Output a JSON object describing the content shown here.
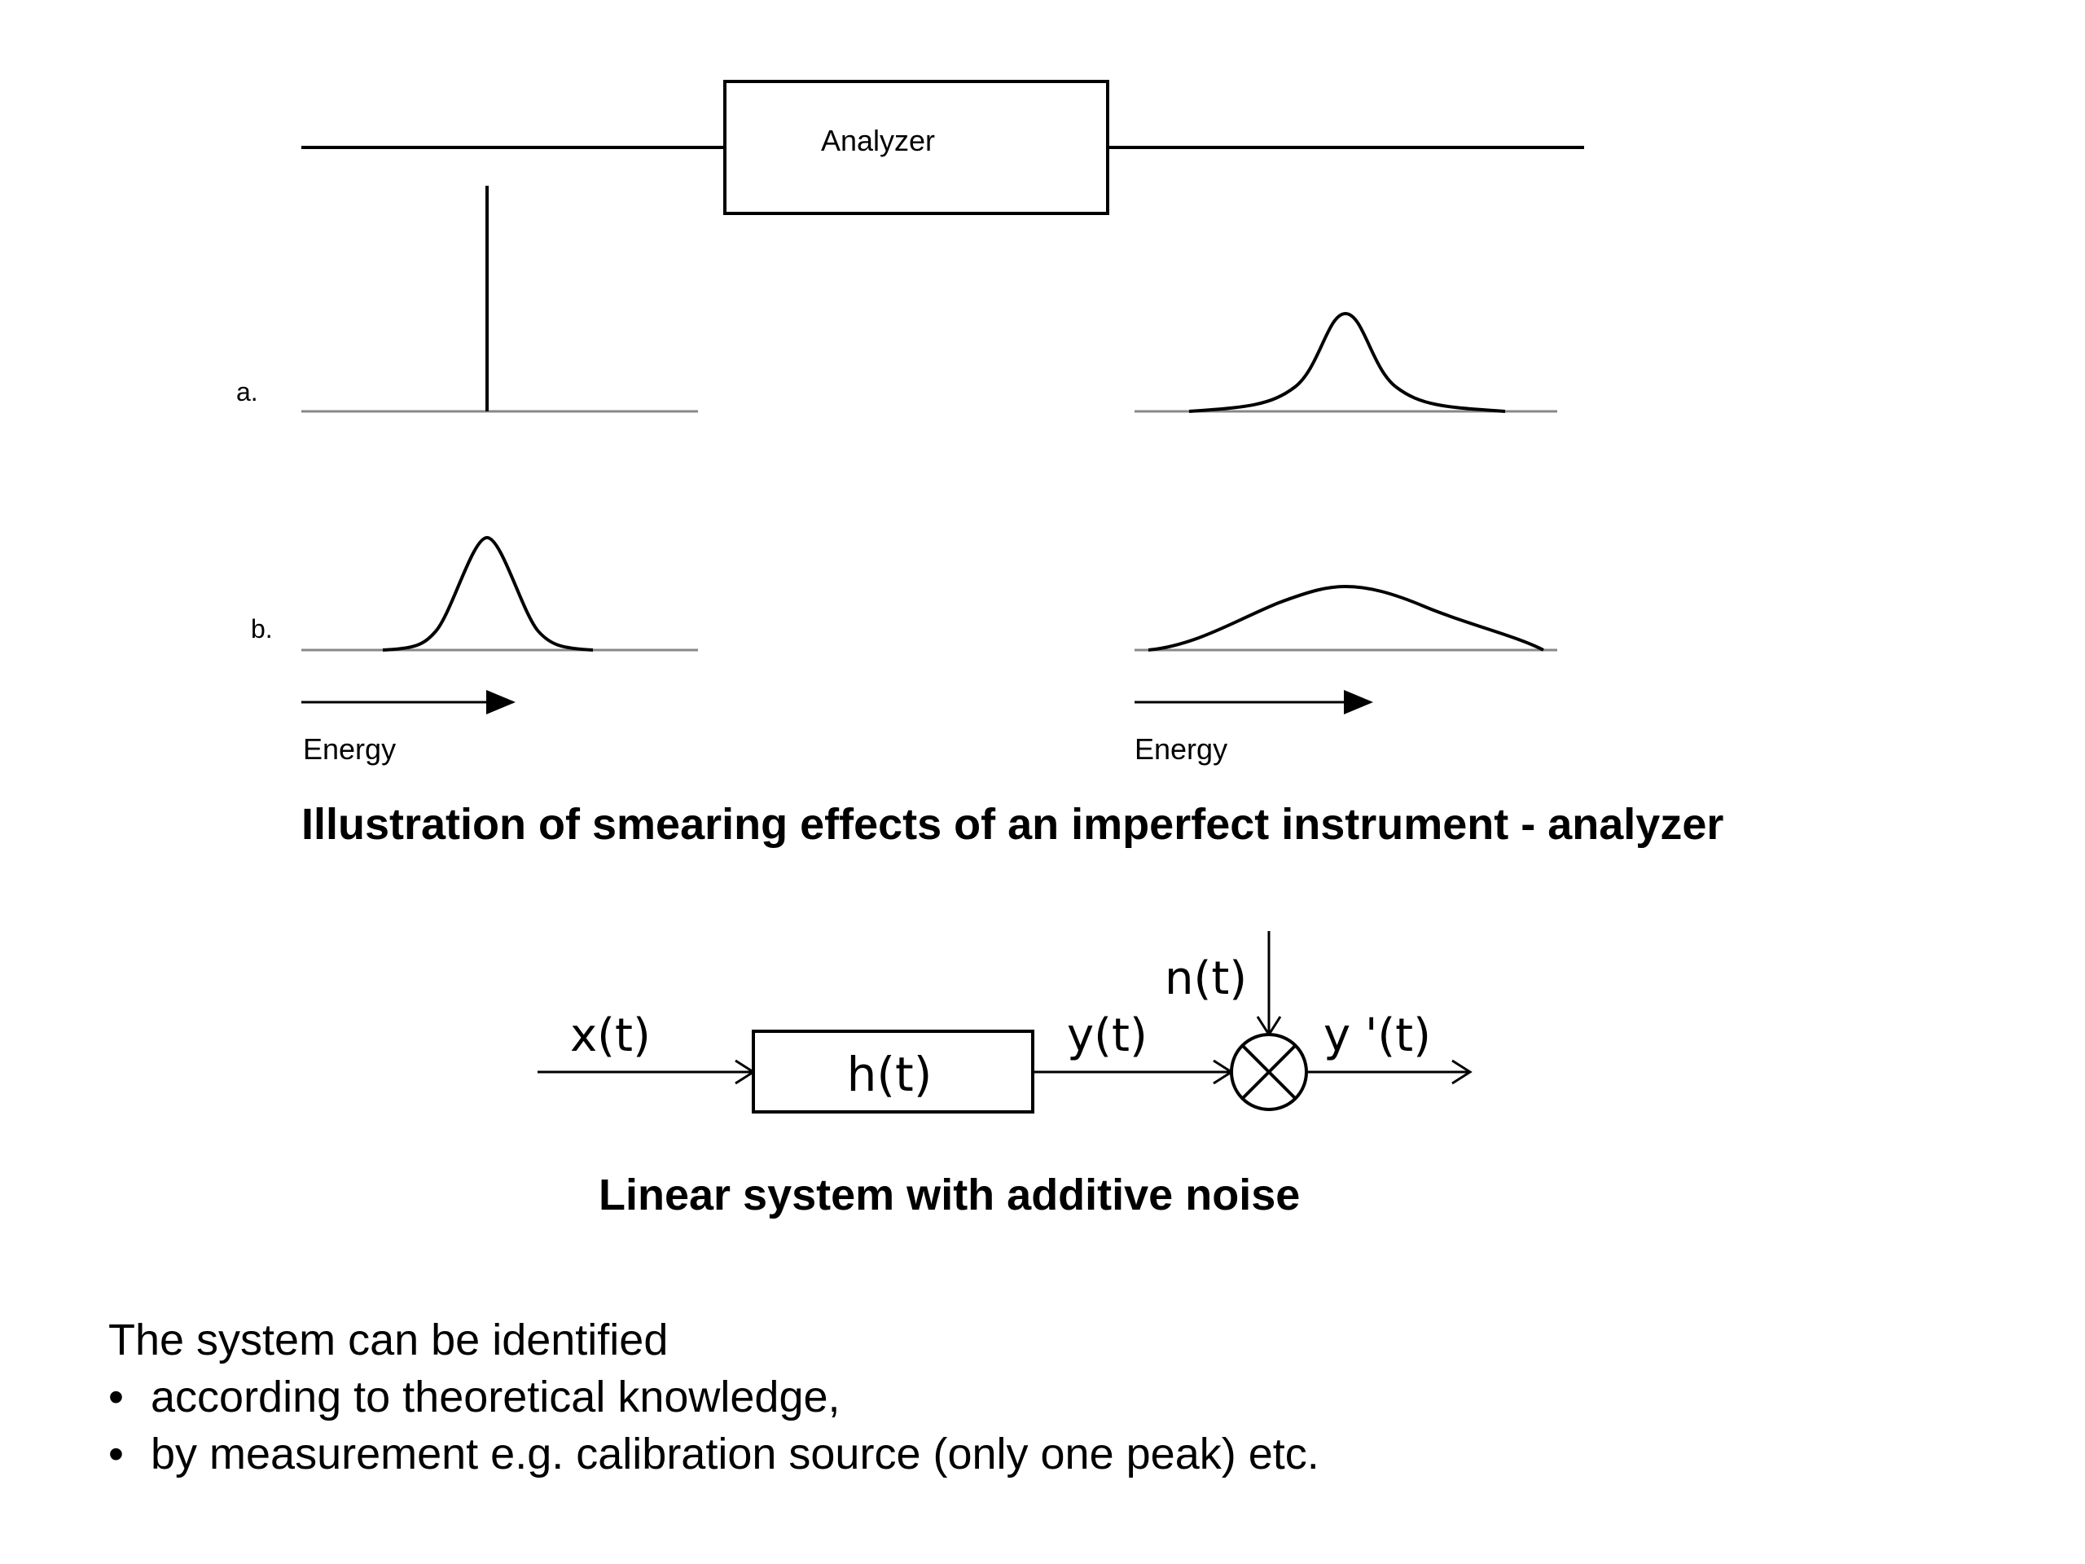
{
  "figure1": {
    "analyzer_label": "Analyzer",
    "row_labels": [
      "a.",
      "b."
    ],
    "axis_label_left": "Energy",
    "axis_label_right": "Energy",
    "caption": "Illustration of smearing effects of an imperfect instrument - analyzer"
  },
  "figure2": {
    "input_label": "x(t)",
    "system_label": "h(t)",
    "output_label": "y(t)",
    "noise_label": "n(t)",
    "noisy_output_label": "y '(t)",
    "caption": "Linear system with additive noise"
  },
  "notes": {
    "intro": "The system can be identified",
    "bullet_symbol": "•",
    "bullets": [
      "according to theoretical knowledge,",
      "by measurement e.g. calibration source (only one peak) etc."
    ]
  }
}
